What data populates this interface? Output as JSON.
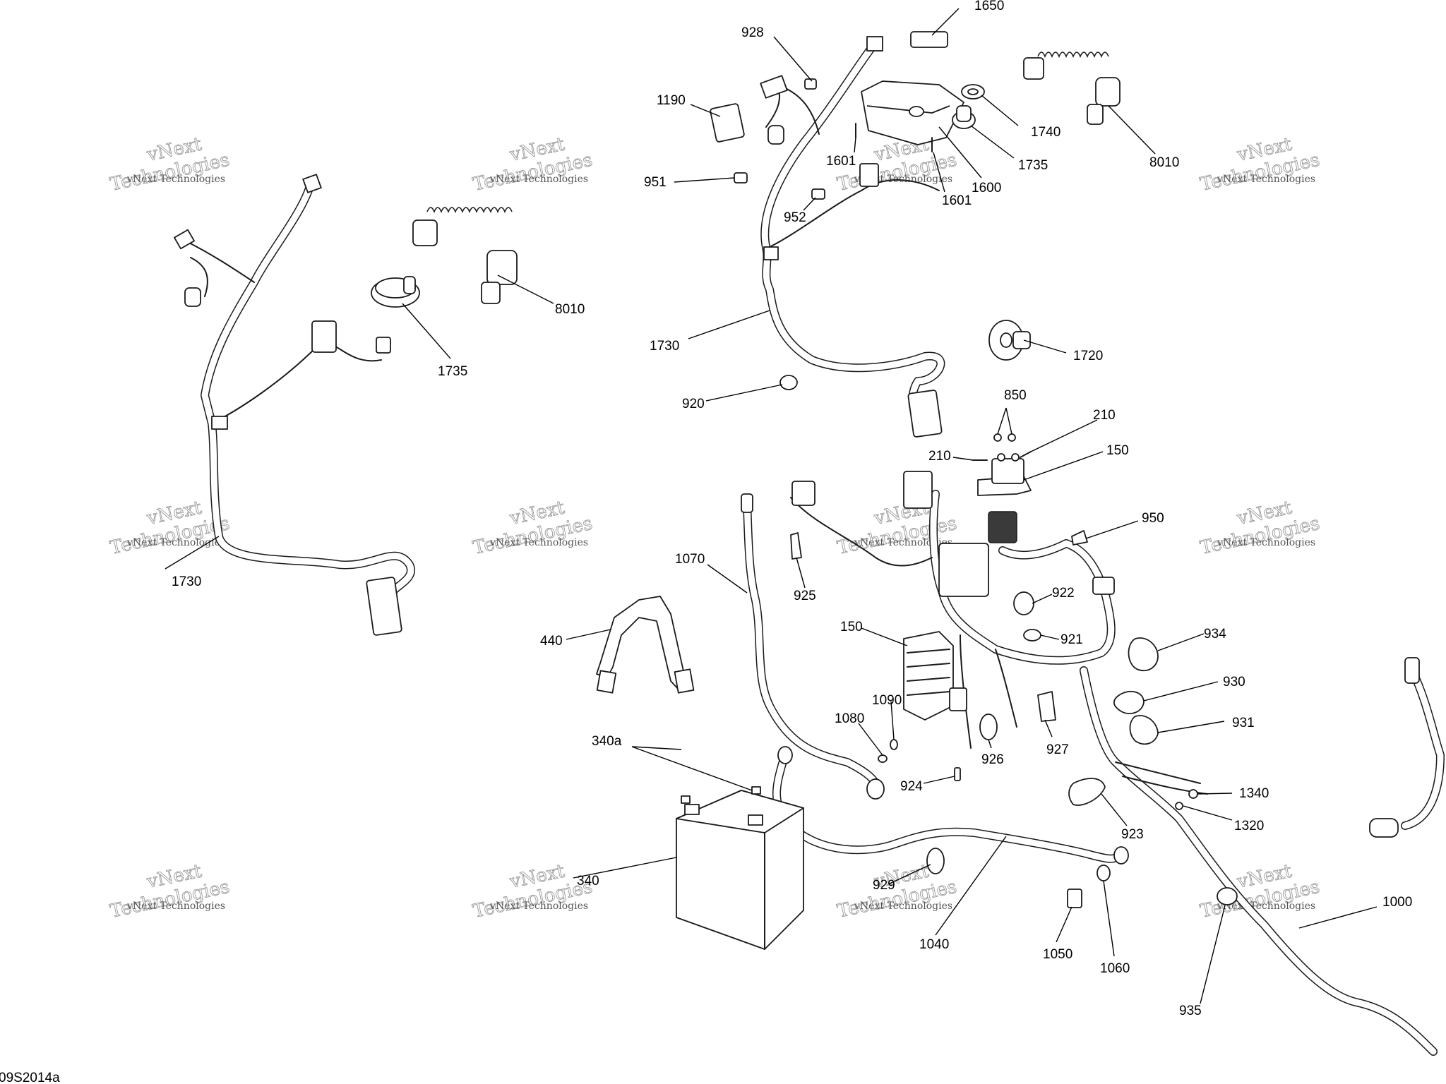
{
  "diagram": {
    "document_id": "09S2014a",
    "watermark_brand": "vNext",
    "watermark_text": "Technologies",
    "watermark_small": "vNext Technologies",
    "parts": [
      {
        "id": "p1650",
        "label": "1650"
      },
      {
        "id": "p928",
        "label": "928"
      },
      {
        "id": "p1190",
        "label": "1190"
      },
      {
        "id": "p1740",
        "label": "1740"
      },
      {
        "id": "p1735a",
        "label": "1735"
      },
      {
        "id": "p1601a",
        "label": "1601"
      },
      {
        "id": "p1600",
        "label": "1600"
      },
      {
        "id": "p8010a",
        "label": "8010"
      },
      {
        "id": "p951",
        "label": "951"
      },
      {
        "id": "p952",
        "label": "952"
      },
      {
        "id": "p1601b",
        "label": "1601"
      },
      {
        "id": "p8010b",
        "label": "8010"
      },
      {
        "id": "p1735b",
        "label": "1735"
      },
      {
        "id": "p1730a",
        "label": "1730"
      },
      {
        "id": "p1720",
        "label": "1720"
      },
      {
        "id": "p920",
        "label": "920"
      },
      {
        "id": "p850",
        "label": "850"
      },
      {
        "id": "p210a",
        "label": "210"
      },
      {
        "id": "p210b",
        "label": "210"
      },
      {
        "id": "p150a",
        "label": "150"
      },
      {
        "id": "p950",
        "label": "950"
      },
      {
        "id": "p1070",
        "label": "1070"
      },
      {
        "id": "p925",
        "label": "925"
      },
      {
        "id": "p922",
        "label": "922"
      },
      {
        "id": "p1730b",
        "label": "1730"
      },
      {
        "id": "p440",
        "label": "440"
      },
      {
        "id": "p150b",
        "label": "150"
      },
      {
        "id": "p921",
        "label": "921"
      },
      {
        "id": "p934",
        "label": "934"
      },
      {
        "id": "p930",
        "label": "930"
      },
      {
        "id": "p1090",
        "label": "1090"
      },
      {
        "id": "p1080",
        "label": "1080"
      },
      {
        "id": "p931",
        "label": "931"
      },
      {
        "id": "p340a",
        "label": "340a"
      },
      {
        "id": "p926",
        "label": "926"
      },
      {
        "id": "p927",
        "label": "927"
      },
      {
        "id": "p924",
        "label": "924"
      },
      {
        "id": "p1340",
        "label": "1340"
      },
      {
        "id": "p1320",
        "label": "1320"
      },
      {
        "id": "p923",
        "label": "923"
      },
      {
        "id": "p340",
        "label": "340"
      },
      {
        "id": "p929",
        "label": "929"
      },
      {
        "id": "p1000",
        "label": "1000"
      },
      {
        "id": "p1040",
        "label": "1040"
      },
      {
        "id": "p1050",
        "label": "1050"
      },
      {
        "id": "p1060",
        "label": "1060"
      },
      {
        "id": "p935",
        "label": "935"
      }
    ]
  }
}
